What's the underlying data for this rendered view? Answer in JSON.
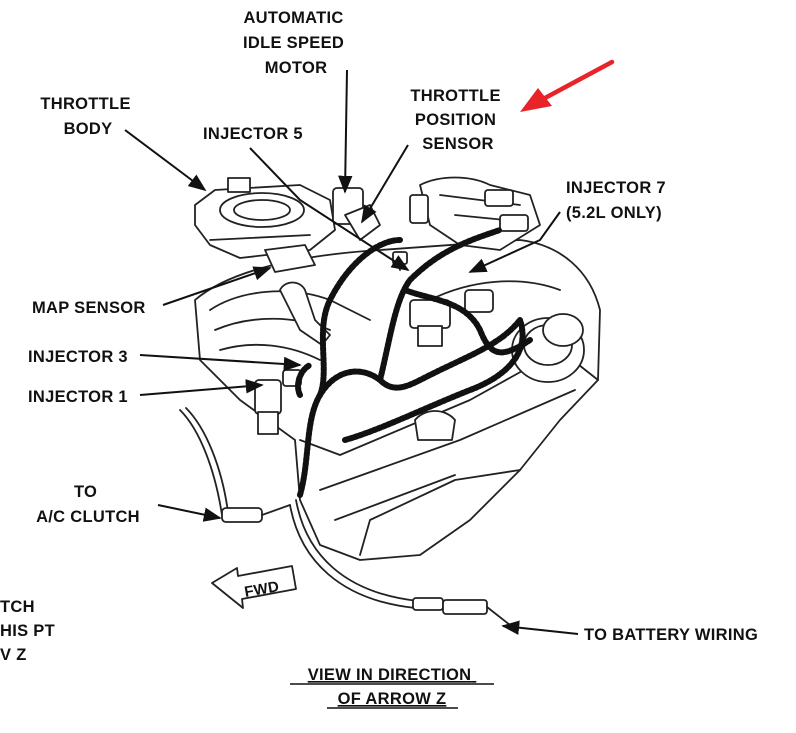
{
  "labels": {
    "ais_motor": [
      "AUTOMATIC",
      "IDLE SPEED",
      "MOTOR"
    ],
    "throttle_body": [
      "THROTTLE",
      "BODY"
    ],
    "injector5": "INJECTOR 5",
    "tps": [
      "THROTTLE",
      "POSITION",
      "SENSOR"
    ],
    "injector7": [
      "INJECTOR 7",
      "(5.2L ONLY)"
    ],
    "map_sensor": "MAP SENSOR",
    "injector3": "INJECTOR 3",
    "injector1": "INJECTOR 1",
    "ac_clutch": [
      "TO",
      "A/C CLUTCH"
    ],
    "fwd": "FWD",
    "battery": "TO BATTERY WIRING",
    "partial": [
      "TCH",
      "HIS PT",
      "V Z"
    ],
    "view_caption": [
      "VIEW IN DIRECTION",
      "OF ARROW Z"
    ]
  },
  "colors": {
    "highlight_arrow": "#e8232a",
    "ink": "#111111"
  }
}
